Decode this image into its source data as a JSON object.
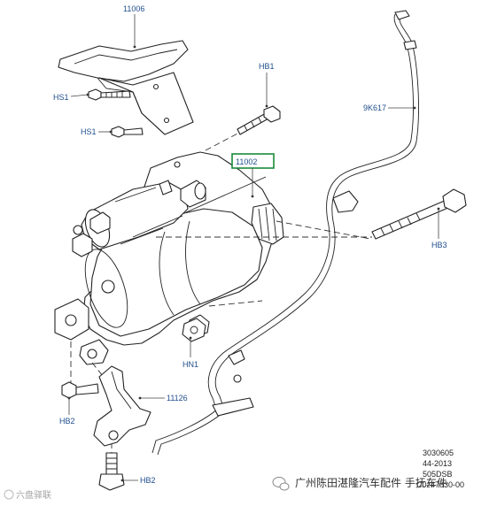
{
  "labels": {
    "shield": "11006",
    "hs1_top": "HS1",
    "hs1_bottom": "HS1",
    "hb1": "HB1",
    "hose": "9K617",
    "starter": "11002",
    "hb3": "HB3",
    "hn1": "HN1",
    "bracket": "11126",
    "hb2_left": "HB2",
    "hb2_bottom": "HB2"
  },
  "reference": {
    "code": "3030605",
    "date": "44-2013",
    "line3": "505DSB",
    "line4": "C0z47630-00"
  },
  "watermark": {
    "left": "六盘驿联",
    "right": "广州陈田湛隆汽车配件 手抚车件"
  },
  "colors": {
    "label": "#1f4e8c",
    "highlight_box": "#1a8a3a",
    "line": "#222222"
  }
}
